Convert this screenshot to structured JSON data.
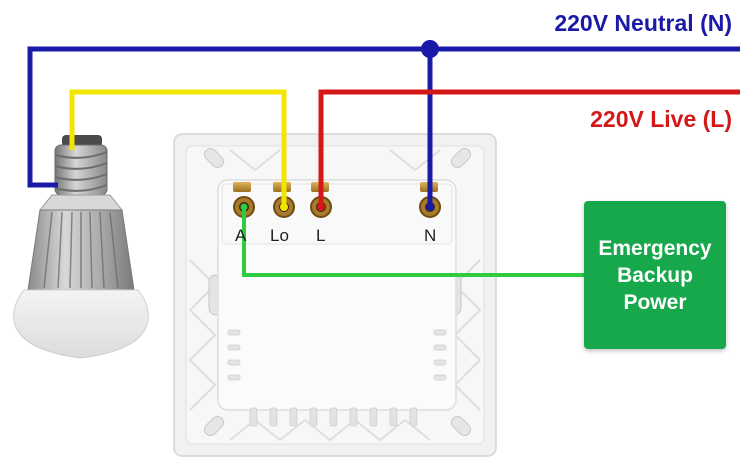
{
  "labels": {
    "neutral": "220V Neutral (N)",
    "live": "220V Live (L)"
  },
  "backup_box": {
    "text": "Emergency\nBackup\nPower",
    "color": "#17a84b"
  },
  "terminals": {
    "a": "A",
    "lo": "Lo",
    "l": "L",
    "n": "N"
  },
  "wire_colors": {
    "neutral": "#1a1aa8",
    "live": "#d41818",
    "switched": "#f2e600",
    "backup": "#2ecc40"
  },
  "icons": {
    "bulb": "light-bulb-icon",
    "switch": "wall-switch-back-plate"
  }
}
